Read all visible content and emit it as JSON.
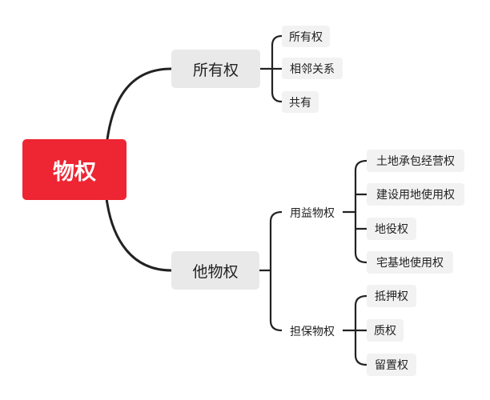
{
  "diagram": {
    "root": "物权",
    "ownership": {
      "label": "所有权",
      "children": [
        "所有权",
        "相邻关系",
        "共有"
      ]
    },
    "other_rights": {
      "label": "他物权",
      "usufruct": {
        "label": "用益物权",
        "children": [
          "土地承包经营权",
          "建设用地使用权",
          "地役权",
          "宅基地使用权"
        ]
      },
      "security": {
        "label": "担保物权",
        "children": [
          "抵押权",
          "质权",
          "留置权"
        ]
      }
    }
  },
  "colors": {
    "root_fill": "#ee2532",
    "branch_fill": "#e9e9e9",
    "leaf_fill": "#f2f2f2",
    "connector": "#222222"
  }
}
